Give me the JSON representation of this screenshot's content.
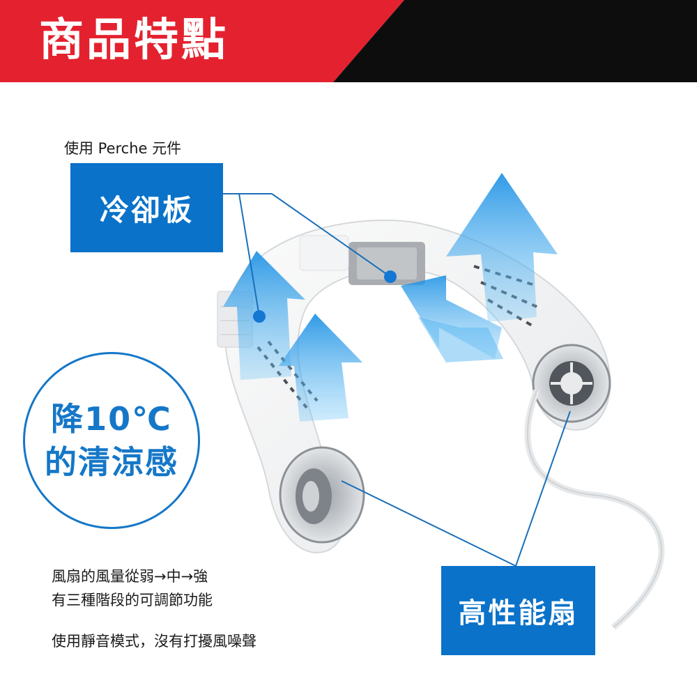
{
  "banner": {
    "title": "商品特點",
    "colors": {
      "red": "#e4222f",
      "black": "#0d0d0d",
      "text": "#ffffff"
    }
  },
  "cooling_plate": {
    "caption": "使用 Perche 元件",
    "label": "冷卻板"
  },
  "cooling_badge": {
    "line1": "降10℃",
    "line2": "的清涼感"
  },
  "fan": {
    "label": "高性能扇",
    "description_lines": [
      "風扇的風量從弱→中→強",
      "有三種階段的可調節功能"
    ],
    "silent_note": "使用靜音模式，沒有打擾風噪聲"
  },
  "colors": {
    "accent_blue": "#0a72c9",
    "arrow_blue": "#2b9be8",
    "text": "#1a1a1a"
  },
  "icons": [
    "arrow-up-icon",
    "arrow-left-icon",
    "fan-grille-icon"
  ]
}
